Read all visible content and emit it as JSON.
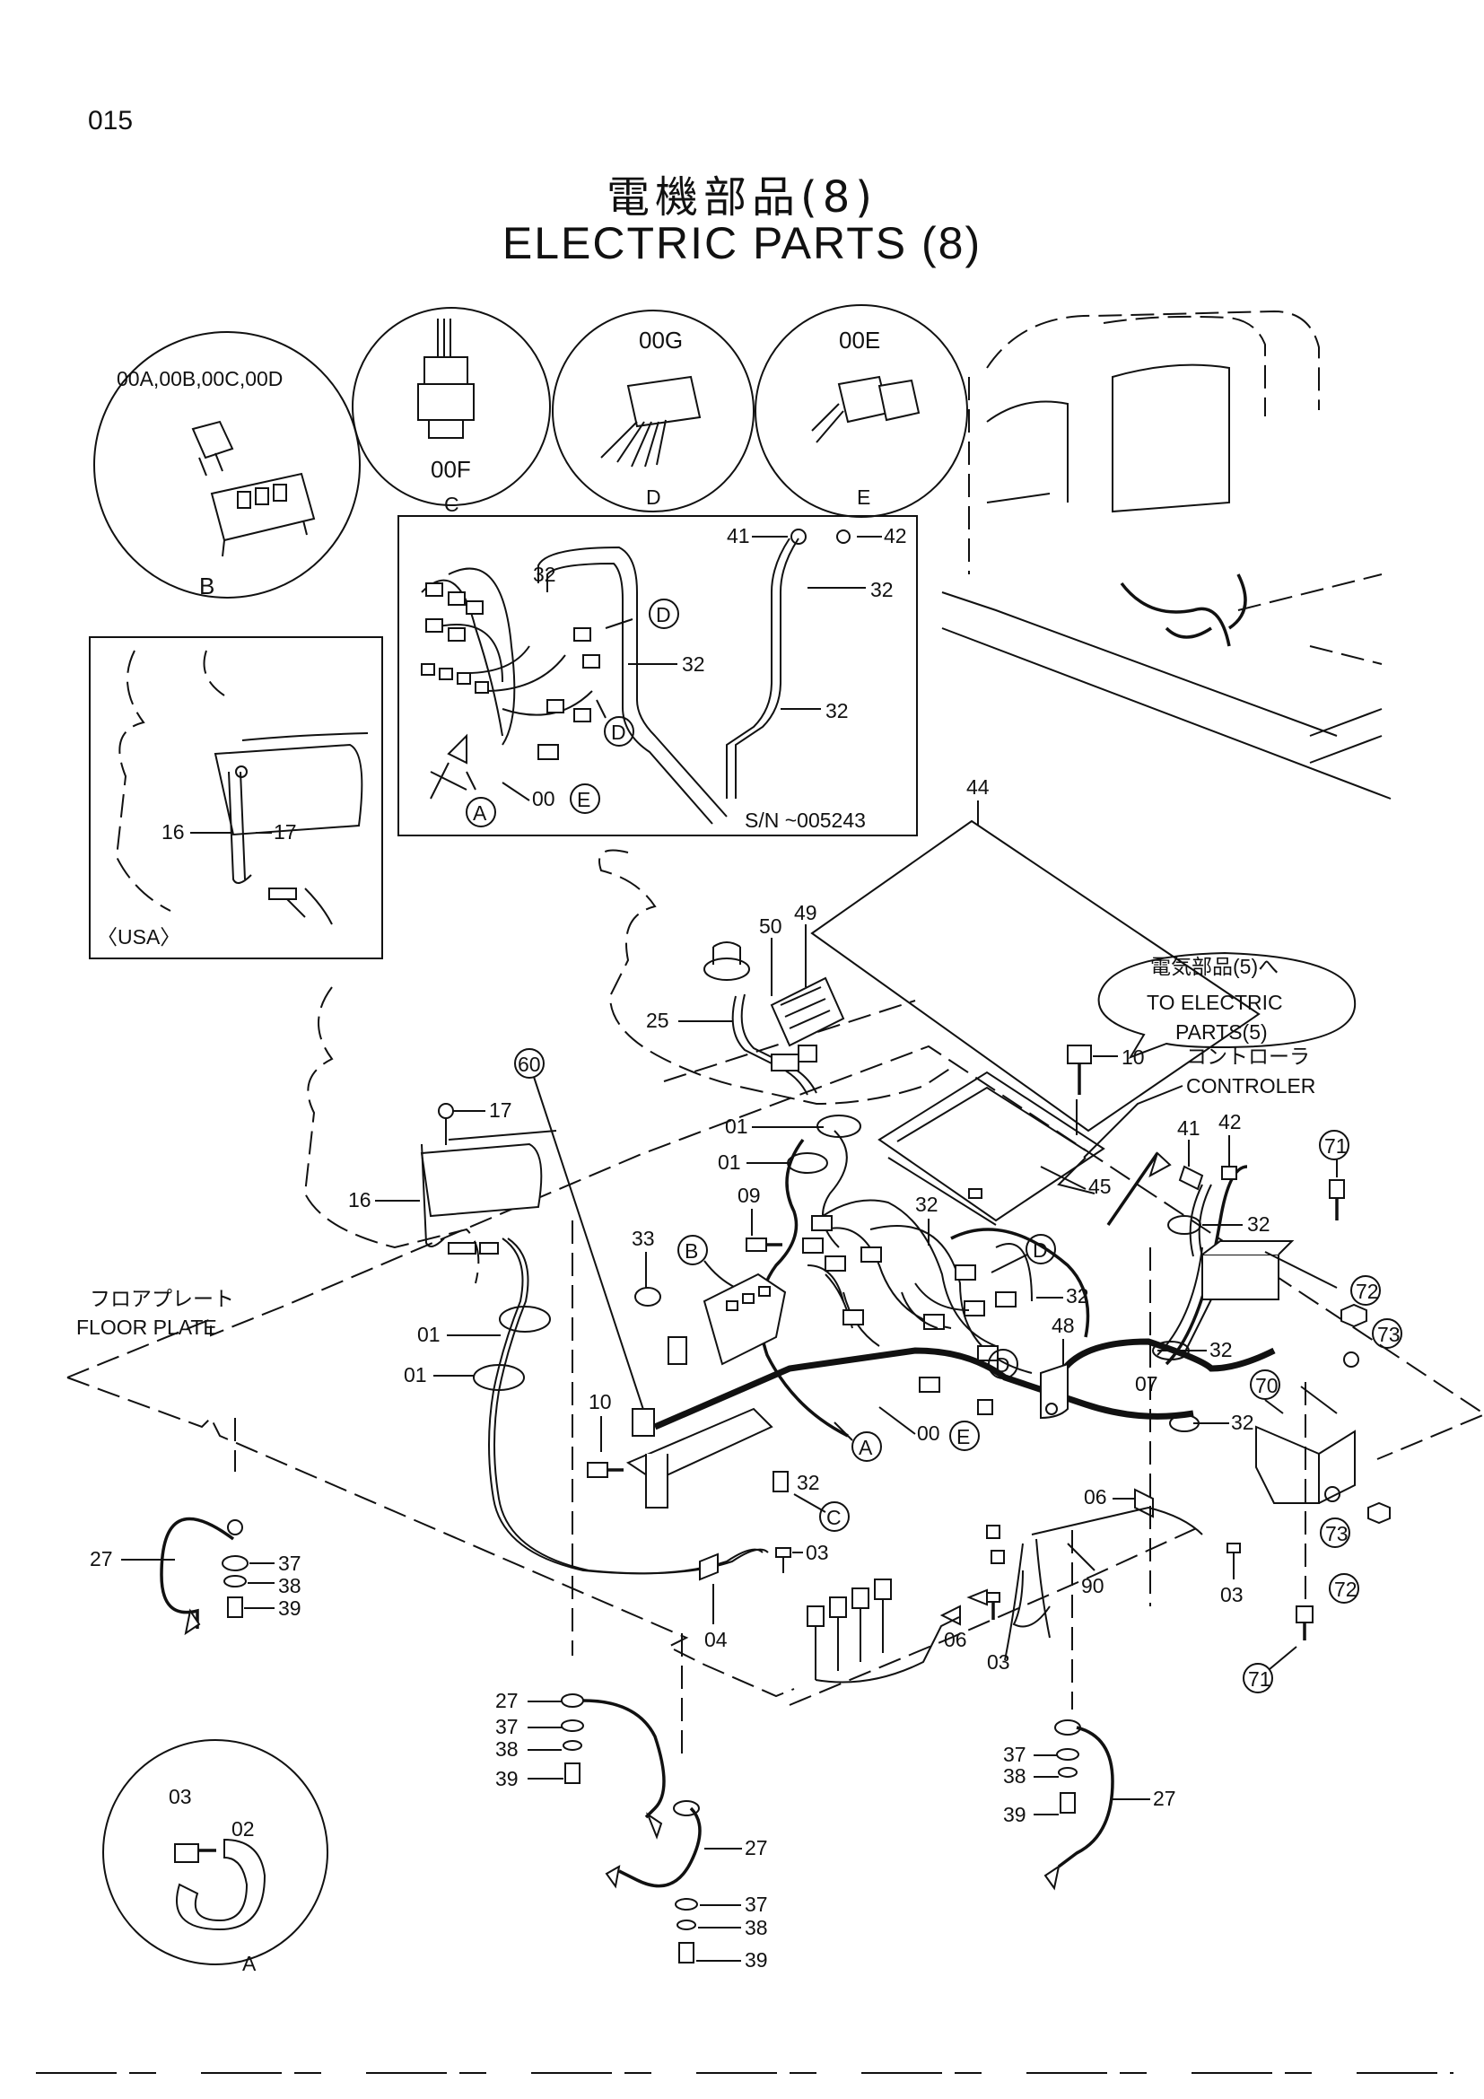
{
  "page_number": "015",
  "title_jp": "電機部品(8)",
  "title_en": "ELECTRIC   PARTS (8)",
  "detail_b": {
    "label": "00A,00B,00C,00D",
    "letter": "B"
  },
  "detail_c": {
    "label": "00F",
    "letter": "C"
  },
  "detail_d": {
    "label": "00G",
    "letter": "D"
  },
  "detail_e": {
    "label": "00E",
    "letter": "E"
  },
  "detail_a": {
    "letter": "A",
    "parts": [
      "03",
      "02"
    ]
  },
  "usa_inset": {
    "tag": "〈USA〉",
    "parts": [
      "16",
      "17"
    ]
  },
  "sn_inset": {
    "serial": "S/N   ~005243",
    "parts": [
      "41",
      "42",
      "32",
      "32",
      "32",
      "32",
      "00"
    ],
    "circles": [
      "D",
      "D",
      "A",
      "E"
    ]
  },
  "callouts": {
    "to_electric_jp": "電気部品(5)へ",
    "to_electric_en_1": "TO ELECTRIC",
    "to_electric_en_2": "PARTS(5)",
    "controller_jp": "コントローラ",
    "controller_en": "CONTROLER",
    "floor_jp": "フロアプレート",
    "floor_en": "FLOOR  PLATE"
  },
  "part_labels": {
    "p44": "44",
    "p50": "50",
    "p49": "49",
    "p25": "25",
    "p10a": "10",
    "p60": "60",
    "p17": "17",
    "p16": "16",
    "p01a": "01",
    "p01b": "01",
    "p01c": "01",
    "p01d": "01",
    "p09": "09",
    "p33": "33",
    "p32a": "32",
    "p32b": "32",
    "p32c": "32",
    "p32d": "32",
    "p32e": "32",
    "p45": "45",
    "p41": "41",
    "p42": "42",
    "p71a": "71",
    "p72a": "72",
    "p73a": "73",
    "p48": "48",
    "p07": "07",
    "p70": "70",
    "p10b": "10",
    "p00": "00",
    "p03a": "03",
    "p03b": "03",
    "p03c": "03",
    "p04": "04",
    "p06a": "06",
    "p06b": "06",
    "p90": "90",
    "p73b": "73",
    "p72b": "72",
    "p71b": "71",
    "p27a": "27",
    "p37a": "37",
    "p38a": "38",
    "p39a": "39",
    "p27b": "27",
    "p37b": "37",
    "p38b": "38",
    "p39b": "39",
    "p27c": "27",
    "p37c": "37",
    "p38c": "38",
    "p39c": "39",
    "p27d": "27",
    "p37d": "37",
    "p38d": "38",
    "p39d": "39"
  },
  "circled_letters": {
    "b": "B",
    "d1": "D",
    "d2": "D",
    "a": "A",
    "e": "E",
    "c": "C"
  }
}
